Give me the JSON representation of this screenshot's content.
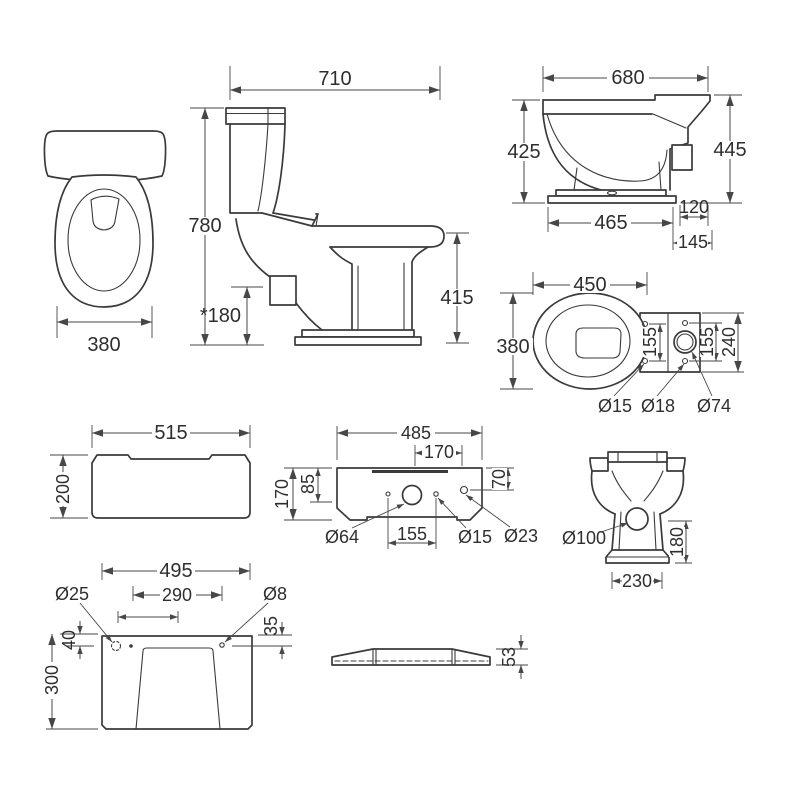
{
  "drawing": {
    "background": "#ffffff",
    "outline_color": "#3a3a3a",
    "dimension_color": "#474747",
    "text_color": "#2e2e2e"
  },
  "views": {
    "seat_top": {
      "dims": {
        "width": "380"
      }
    },
    "side_complete": {
      "dims": {
        "depth": "710",
        "height": "780",
        "outlet_height": "*180",
        "bowl_height": "415"
      }
    },
    "pan_side": {
      "dims": {
        "depth": "680",
        "front_height": "425",
        "back_height": "445",
        "base_depth": "465",
        "outlet_top": "120",
        "outlet_bottom": "145"
      }
    },
    "pan_top": {
      "dims": {
        "bowl_width": "450",
        "bowl_depth": "380",
        "left_hole_spacing": "155",
        "right_hole_spacing": "155",
        "platform_depth": "240"
      },
      "holes": {
        "seat_holes": "Ø15",
        "back_holes": "Ø18",
        "flush_hole": "Ø74"
      }
    },
    "cistern_lid_top": {
      "dims": {
        "width": "515",
        "depth": "200"
      }
    },
    "cistern_back": {
      "dims": {
        "width": "485",
        "hole_span": "170",
        "height": "170",
        "flush_hole_drop": "85",
        "side_hole_drop": "70",
        "hole_spacing": "155"
      },
      "holes": {
        "flush": "Ø64",
        "inlet": "Ø15",
        "side": "Ø23"
      }
    },
    "pan_back": {
      "dims": {
        "outlet_height": "180",
        "base_width": "230"
      },
      "holes": {
        "outlet": "Ø100"
      }
    },
    "base_front": {
      "dims": {
        "width": "495",
        "bolt_span": "290",
        "left_hole_drop": "40",
        "right_hole_drop": "35",
        "height": "300"
      },
      "holes": {
        "left": "Ø25",
        "right": "Ø8"
      }
    },
    "cistern_lid_side": {
      "dims": {
        "height": "53"
      }
    }
  }
}
